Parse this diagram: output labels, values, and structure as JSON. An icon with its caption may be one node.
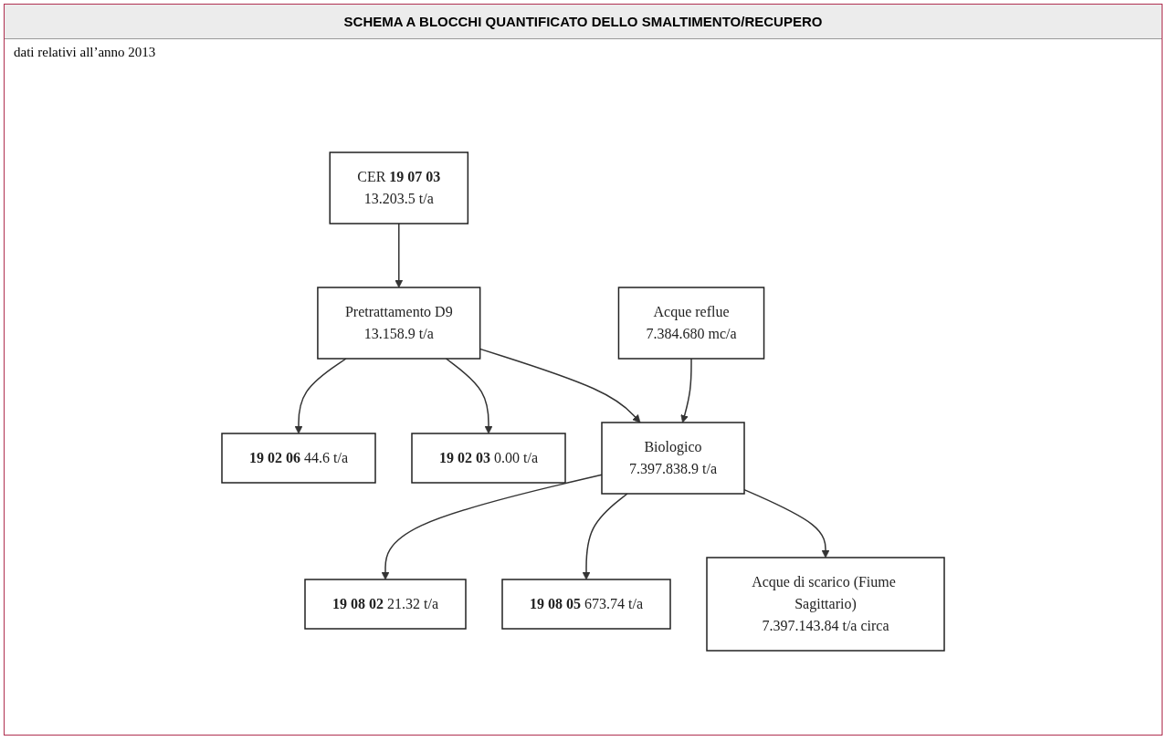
{
  "diagram": {
    "title": "SCHEMA A BLOCCHI QUANTIFICATO DELLO SMALTIMENTO/RECUPERO",
    "nodes": [
      {
        "text": [
          "CER **19 07 03**",
          "13.203.5 t/a"
        ]
      },
      {
        "text": [
          "Pretrattamento D9",
          "13.158.9 t/a"
        ]
      },
      {
        "text": [
          "**19 02 06** 44.6 t/a"
        ]
      },
      {
        "text": [
          "**19 02 03** 0.00 t/a"
        ]
      },
      {
        "text": [
          "Acque reflue",
          "7.384.680 mc/a"
        ]
      },
      {
        "text": [
          "Biologico",
          "7.397.838.9 t/a"
        ]
      },
      {
        "text": [
          "**19 08 02** 21.32 t/a"
        ]
      },
      {
        "text": [
          "**19 08 05** 673.74 t/a"
        ]
      },
      {
        "text": [
          "Acque di scarico (Fiume Sagittario)",
          "7.397.143.84 t/a circa"
        ]
      }
    ],
    "edges": [
      {
        "from": 0,
        "to": 1,
        "arrow": "to"
      },
      {
        "from": 1,
        "to": 2,
        "arrow": "to"
      },
      {
        "from": 1,
        "to": 3,
        "arrow": "to"
      },
      {
        "from": 1,
        "to": 5,
        "arrow": "to"
      },
      {
        "from": 4,
        "to": 5,
        "arrow": "to"
      },
      {
        "from": 5,
        "to": 6,
        "arrow": "to"
      },
      {
        "from": 5,
        "to": 7,
        "arrow": "to"
      },
      {
        "from": 5,
        "to": 8,
        "arrow": "to"
      }
    ],
    "labels": [
      "dati relativi all’anno 2013"
    ]
  }
}
